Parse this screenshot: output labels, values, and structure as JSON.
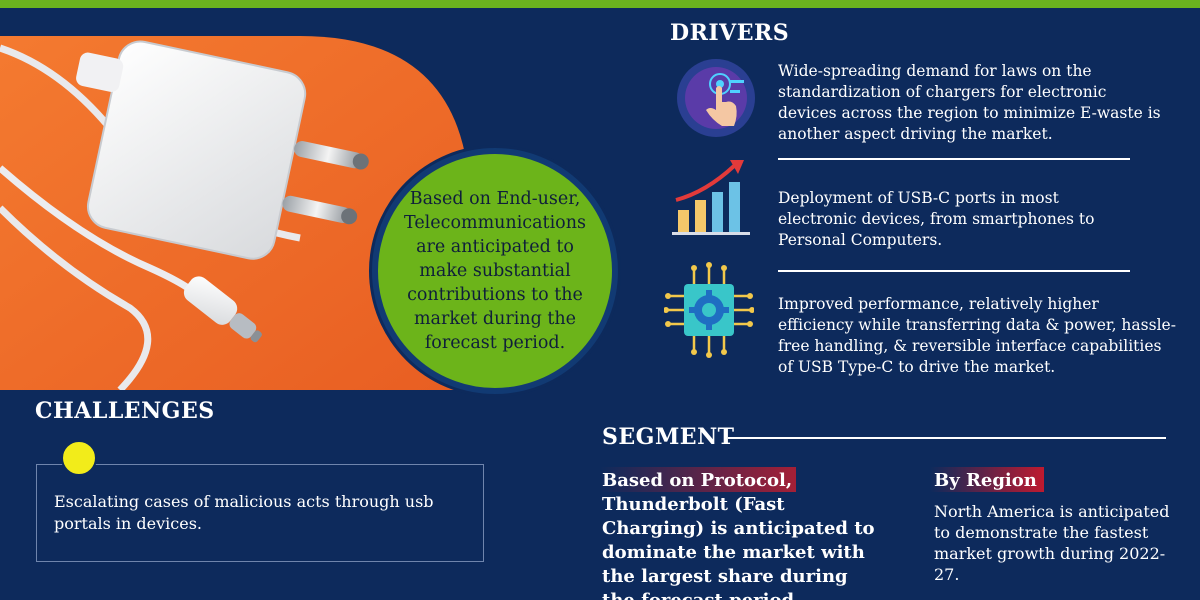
{
  "colors": {
    "background": "#0d2a5c",
    "accent_green": "#6bb31e",
    "circle_green": "#6cb41a",
    "challenge_dot": "#f2ec1a",
    "highlight_red": "#c8192d",
    "photo_orange": "#ef6a2a"
  },
  "circle": {
    "text": "Based on End-user, Telecommunications are anticipated to make substantial contributions to the market during the forecast period."
  },
  "drivers": {
    "title": "DRIVERS",
    "items": [
      {
        "icon": "touch-hand-icon",
        "text": "Wide-spreading demand for laws on the standardization of chargers for electronic devices across the region to minimize E-waste is another aspect driving the market."
      },
      {
        "icon": "growth-chart-icon",
        "text": "Deployment of USB-C ports in most electronic devices, from smartphones to Personal Computers."
      },
      {
        "icon": "chip-gear-icon",
        "text": "Improved performance, relatively higher efficiency while transferring data & power, hassle-free handling, & reversible interface capabilities of USB Type-C to drive the market."
      }
    ]
  },
  "challenges": {
    "title": "CHALLENGES",
    "text": "Escalating cases of malicious acts through usb portals in devices."
  },
  "segment": {
    "title": "SEGMENT",
    "protocol_text": "Based on Protocol, Thunderbolt (Fast Charging) is anticipated to dominate the market with the largest share during the forecast period.",
    "region_title": "By Region",
    "region_text": "North America is anticipated to demonstrate the fastest market growth during 2022-27."
  }
}
